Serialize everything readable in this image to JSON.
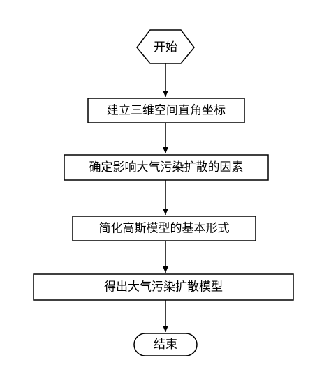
{
  "flowchart": {
    "start": {
      "label": "开始",
      "shape": "hexagon"
    },
    "steps": [
      {
        "label": "建立三维空间直角坐标"
      },
      {
        "label": "确定影响大气污染扩散的因素"
      },
      {
        "label": "简化高斯模型的基本形式"
      },
      {
        "label": "得出大气污染扩散模型"
      }
    ],
    "end": {
      "label": "结束",
      "shape": "rounded-terminal"
    },
    "colors": {
      "stroke": "#000000",
      "fill": "#ffffff",
      "text": "#000000"
    }
  }
}
